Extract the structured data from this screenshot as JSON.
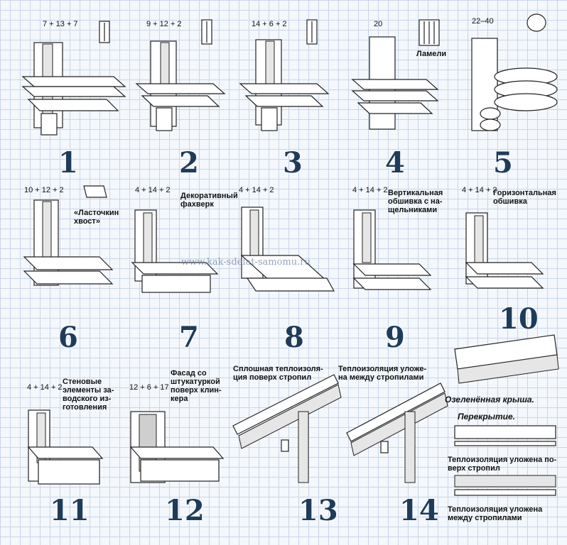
{
  "watermark": "www.kak-sdelat-samomu.ru",
  "panels": [
    {
      "number": "1",
      "dims": "7 + 13 + 7"
    },
    {
      "number": "2",
      "dims": "9 + 12 + 2"
    },
    {
      "number": "3",
      "dims": "14 + 6 + 2"
    },
    {
      "number": "4",
      "dims": "20",
      "caption": "Ламели"
    },
    {
      "number": "5",
      "dims": "22–40"
    },
    {
      "number": "6",
      "dims": "10 + 12 + 2",
      "caption": "«Ласточкин\nхвост»"
    },
    {
      "number": "7",
      "dims": "4 + 14 + 2",
      "caption": "Декоративный\nфахверк"
    },
    {
      "number": "8",
      "dims": "4 + 14 + 2"
    },
    {
      "number": "9",
      "dims": "4 + 14 + 2",
      "caption": "Вертикальная\nобшивка с на-\nщельниками"
    },
    {
      "number": "10",
      "dims": "4 + 14 + 2",
      "caption": "Горизонтальная\nобшивка"
    },
    {
      "number": "11",
      "dims": "4 + 14 + 2",
      "caption": "Стеновые\nэлементы за-\nводского из-\nготовления"
    },
    {
      "number": "12",
      "dims": "12 + 6 + 17",
      "caption": "Фасад со\nштукатуркой\nповерх клин-\nкера"
    },
    {
      "number": "13",
      "caption": "Сплошная теплоизоля-\nция поверх стропил"
    },
    {
      "number": "14",
      "caption": "Теплоизоляция уложе-\nна между стропилами"
    }
  ],
  "roof_details": {
    "green_roof": "Озеленённая крыша.",
    "floor": "Перекрытие.",
    "over_rafters": "Теплоизоляция уложена по-\nверх стропил",
    "between_rafters": "Теплоизоляция уложена\nмежду стропилами"
  }
}
